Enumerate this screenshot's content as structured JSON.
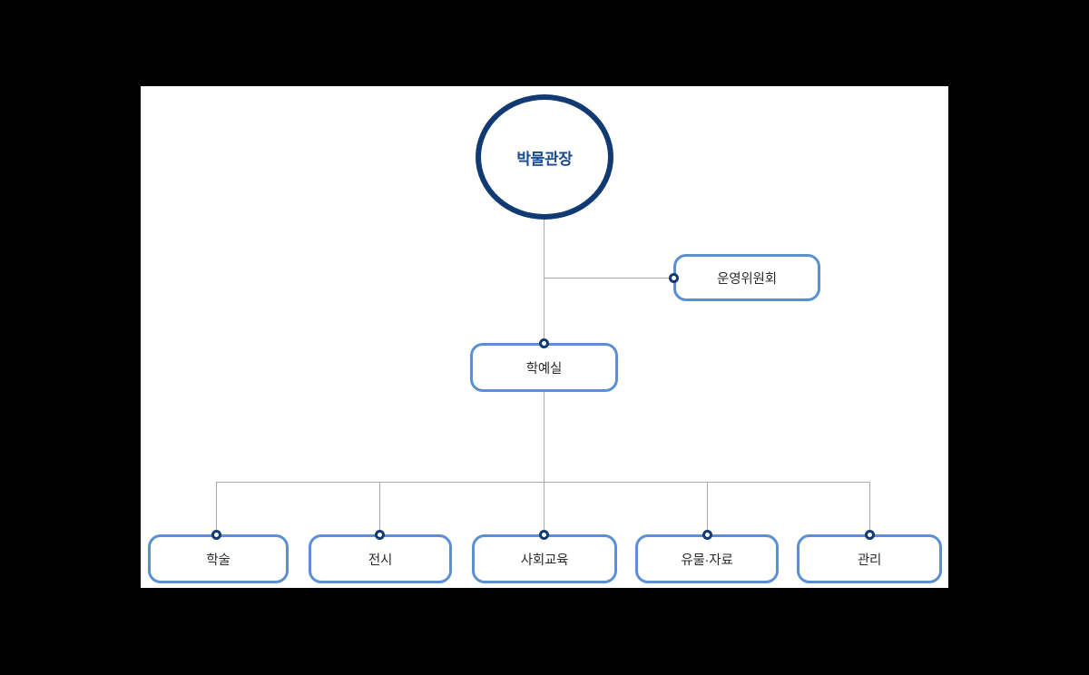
{
  "diagram": {
    "title": "museum-organization-chart",
    "background_color": "#000000",
    "canvas_color": "#ffffff",
    "accent_navy": "#123a72",
    "accent_blue": "#5b8fd4",
    "line_color": "#a9a9a9",
    "root": {
      "label": "박물관장",
      "shape": "circle",
      "text_color": "#1b4a8f"
    },
    "committee": {
      "label": "운영위원회",
      "shape": "rounded-rect"
    },
    "division": {
      "label": "학예실",
      "shape": "rounded-rect"
    },
    "teams": [
      {
        "label": "학술"
      },
      {
        "label": "전시"
      },
      {
        "label": "사회교육"
      },
      {
        "label": "유물·자료"
      },
      {
        "label": "관리"
      }
    ]
  }
}
